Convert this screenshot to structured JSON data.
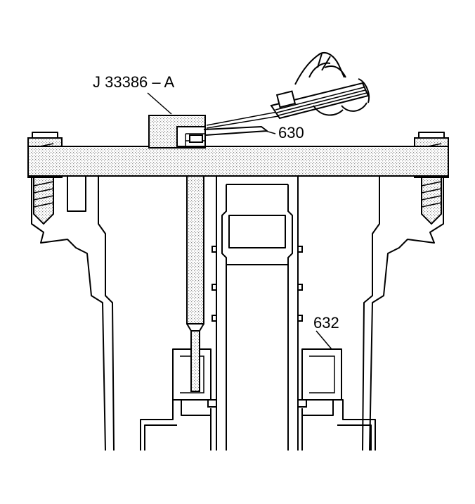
{
  "labels": {
    "tool": "J 33386 – A",
    "part_630": "630",
    "part_632": "632"
  },
  "colors": {
    "ink": "#000000",
    "paper": "#ffffff",
    "stipple": "#9a9a9a"
  }
}
